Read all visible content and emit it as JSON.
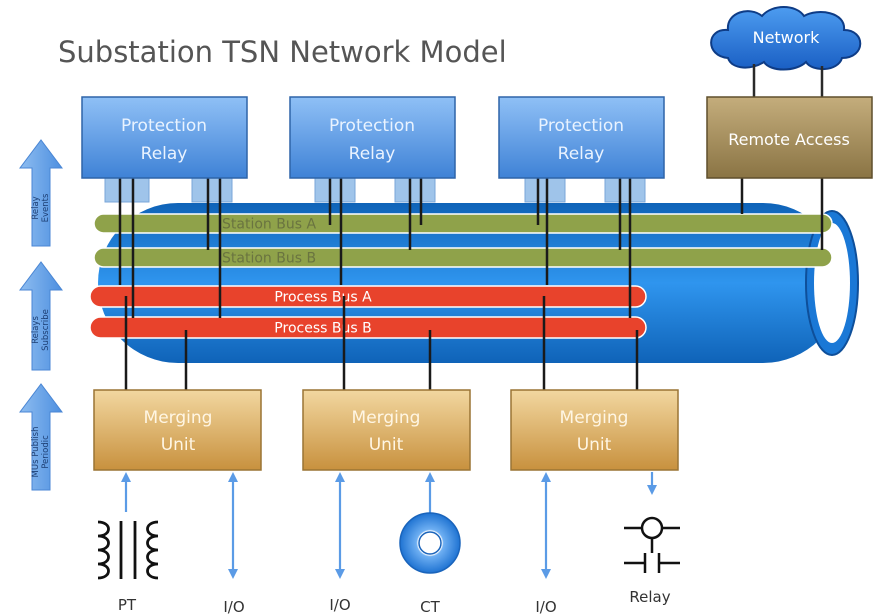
{
  "title": "Substation TSN Network Model",
  "cloud_label": "Network",
  "remote_access": "Remote Access",
  "relays": [
    {
      "line1": "Protection",
      "line2": "Relay"
    },
    {
      "line1": "Protection",
      "line2": "Relay"
    },
    {
      "line1": "Protection",
      "line2": "Relay"
    }
  ],
  "buses": [
    {
      "label": "Station Bus A",
      "kind": "station"
    },
    {
      "label": "Station Bus B",
      "kind": "station"
    },
    {
      "label": "Process Bus A",
      "kind": "process"
    },
    {
      "label": "Process Bus B",
      "kind": "process"
    }
  ],
  "merging_units": [
    {
      "line1": "Merging",
      "line2": "Unit"
    },
    {
      "line1": "Merging",
      "line2": "Unit"
    },
    {
      "line1": "Merging",
      "line2": "Unit"
    }
  ],
  "side_arrows": [
    {
      "line1": "Relay",
      "line2": "Events"
    },
    {
      "line1": "Relays",
      "line2": "Subscribe"
    },
    {
      "line1": "MUs Publish",
      "line2": "Periodic"
    }
  ],
  "bottom_labels": {
    "pt": "PT",
    "io1": "I/O",
    "io2": "I/O",
    "ct": "CT",
    "io3": "I/O",
    "relay": "Relay"
  },
  "colors": {
    "relay_box": "#5b9be6",
    "remote_box": "#a08a5a",
    "merging_box": "#d4a656",
    "pipe": "#1e7fd6",
    "station_bus": "#8fa24a",
    "process_bus": "#e8432c",
    "arrow": "#6ea6e6"
  }
}
